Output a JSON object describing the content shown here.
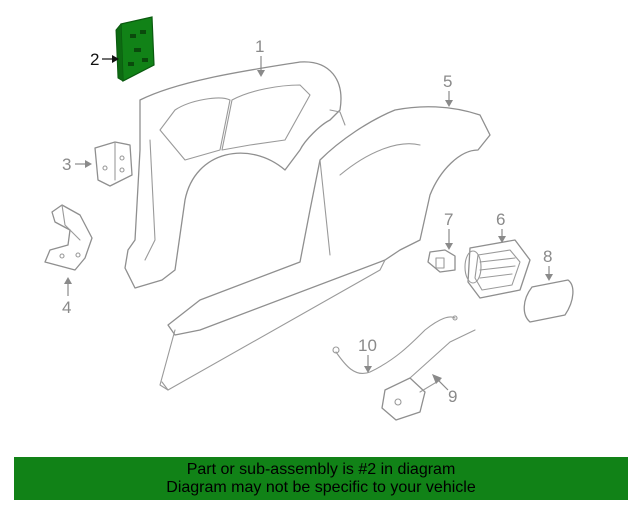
{
  "callouts": [
    "1",
    "2",
    "3",
    "4",
    "5",
    "6",
    "7",
    "8",
    "9",
    "10"
  ],
  "highlighted_callout": "2",
  "colors": {
    "highlight": "#118217",
    "banner": "#118217",
    "line": "#8f8f8f"
  },
  "banner": {
    "line1": "Part or sub-assembly is #2 in diagram",
    "line2": "Diagram may not be specific to your vehicle"
  }
}
